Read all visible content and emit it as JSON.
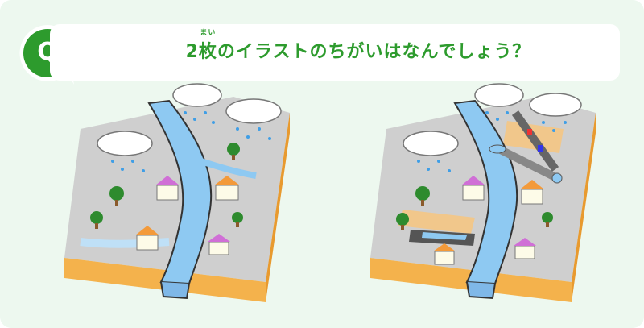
{
  "badge": {
    "letter": "Q"
  },
  "question": {
    "prefix": "2",
    "kanji": "枚",
    "furigana": "まい",
    "suffix": "のイラストのちがいはなんでしょう？"
  },
  "colors": {
    "background": "#edf8ef",
    "brand_green": "#2d9b2d",
    "ground_side": "#f4b24c",
    "ground_top": "#cfcfcf",
    "water": "#8ec9f2",
    "rain": "#3f9ee6"
  },
  "illustrations": [
    {
      "id": "left",
      "icons": [
        "cloud-icon",
        "rain-icon",
        "river-icon",
        "house-icon",
        "tree-icon"
      ]
    },
    {
      "id": "right",
      "icons": [
        "cloud-icon",
        "rain-icon",
        "river-icon",
        "house-icon",
        "tree-icon",
        "highway-icon",
        "car-icon",
        "drainage-tunnel-icon",
        "retention-basin-icon"
      ]
    }
  ]
}
